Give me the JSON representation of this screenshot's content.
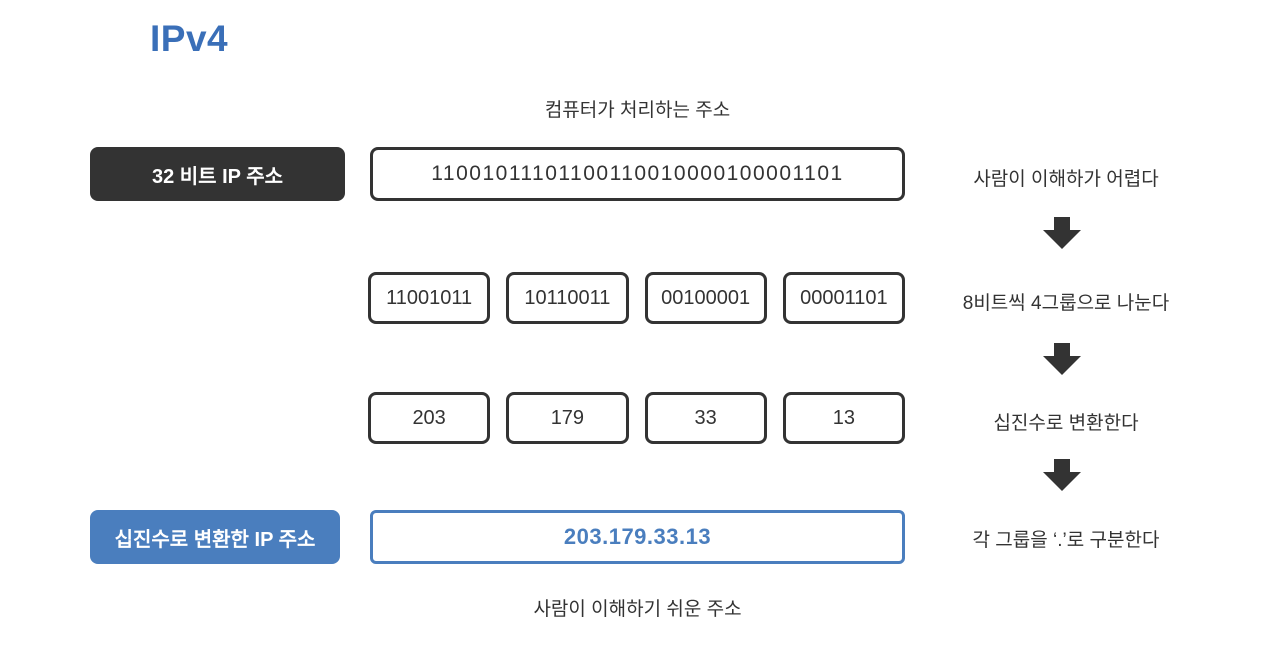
{
  "page": {
    "title": "IPv4",
    "top_caption": "컴퓨터가 처리하는 주소",
    "bottom_caption": "사람이 이해하기 쉬운 주소"
  },
  "colors": {
    "title_blue": "#3a6fb8",
    "accent_blue": "#4a7ebe",
    "dark": "#333333"
  },
  "icons": {
    "down_arrow": "down-arrow-icon"
  },
  "rows": {
    "bit32": {
      "label": "32 비트 IP 주소",
      "value": "11001011101100110010000100001101",
      "note": "사람이 이해하가 어렵다"
    },
    "groups_binary": {
      "values": [
        "11001011",
        "10110011",
        "00100001",
        "00001101"
      ],
      "note": "8비트씩 4그룹으로 나눈다"
    },
    "groups_decimal": {
      "values": [
        "203",
        "179",
        "33",
        "13"
      ],
      "note": "십진수로 변환한다"
    },
    "decimal_ip": {
      "label": "십진수로 변환한 IP 주소",
      "value": "203.179.33.13",
      "note": "각 그룹을 ‘.’로 구분한다"
    }
  }
}
